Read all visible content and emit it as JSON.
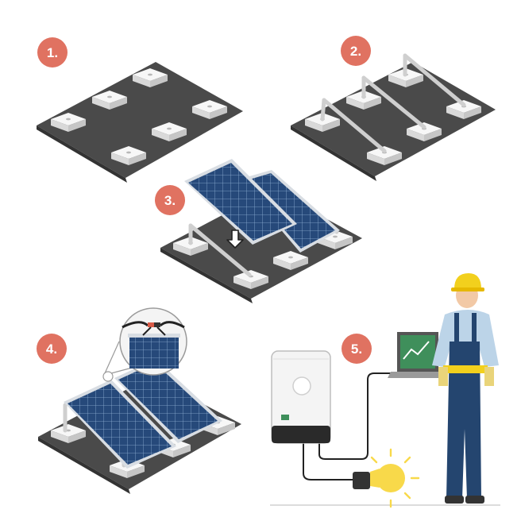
{
  "steps": [
    {
      "number": "1."
    },
    {
      "number": "2."
    },
    {
      "number": "3."
    },
    {
      "number": "4."
    },
    {
      "number": "5."
    }
  ],
  "colors": {
    "badge": "#e07261",
    "roof": "#4a4a4a",
    "block": "#eeeeee",
    "panel": "#24456f",
    "panel_frame": "#d8dde3",
    "inverter": "#f4f4f4",
    "worker_shirt": "#bcd4e8",
    "worker_overalls": "#24456f",
    "helmet": "#f2d01d",
    "bulb_glow": "#f8d94a",
    "screen": "#3f8f5b"
  },
  "icons": [
    "arrow-down-icon",
    "light-bulb-icon",
    "lightning-rays-icon",
    "helmet-icon",
    "laptop-icon"
  ]
}
